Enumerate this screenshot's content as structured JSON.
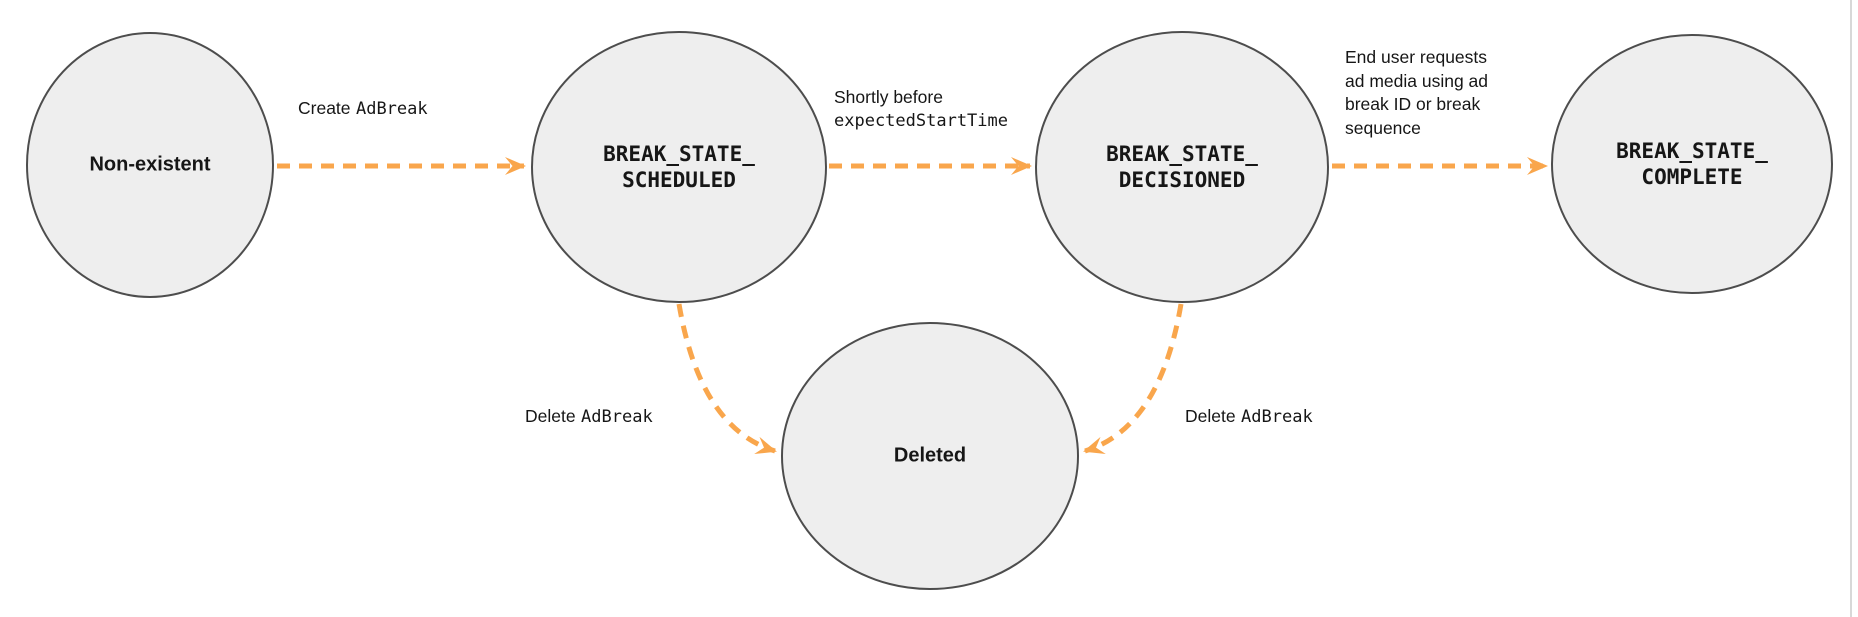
{
  "colors": {
    "accent": "#F9A64C",
    "node-fill": "#EEEEEE",
    "node-stroke": "#4D4D4D",
    "text": "#161616",
    "divider": "#D8D8D8",
    "bg": "#FFFFFF"
  },
  "nodes": {
    "non_existent": {
      "label": "Non-existent"
    },
    "scheduled": {
      "line1": "BREAK_STATE_",
      "line2": "SCHEDULED"
    },
    "decisioned": {
      "line1": "BREAK_STATE_",
      "line2": "DECISIONED"
    },
    "complete": {
      "line1": "BREAK_STATE_",
      "line2": "COMPLETE"
    },
    "deleted": {
      "label": "Deleted"
    }
  },
  "edges": {
    "create": {
      "prefix": "Create",
      "code": "AdBreak"
    },
    "shortly_before": {
      "line1": "Shortly before",
      "code": "expectedStartTime"
    },
    "end_user": {
      "line1": "End user requests",
      "line2": "ad media using ad",
      "line3": "break ID or break",
      "line4": "sequence"
    },
    "delete_left": {
      "prefix": "Delete",
      "code": "AdBreak"
    },
    "delete_right": {
      "prefix": "Delete",
      "code": "AdBreak"
    }
  }
}
